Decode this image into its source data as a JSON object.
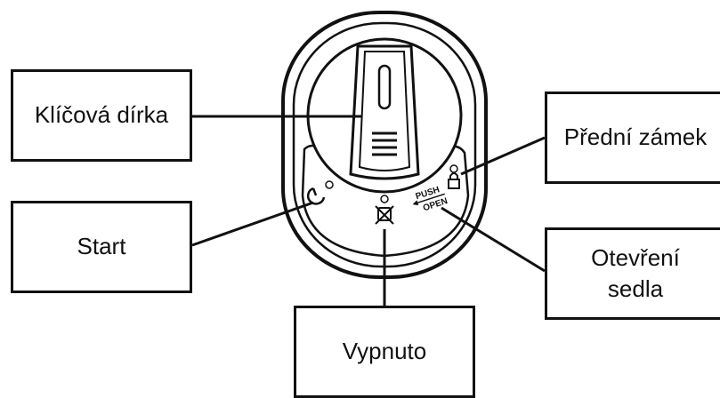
{
  "labels": {
    "keyhole": "Klíčová dírka",
    "start": "Start",
    "off": "Vypnuto",
    "front_lock": "Přední zámek",
    "seat_open_line1": "Otevření",
    "seat_open_line2": "sedla"
  },
  "device_markings": {
    "push": "PUSH",
    "open": "OPEN"
  },
  "icons": {
    "start": "power-arc-icon",
    "off": "crossed-key-icon",
    "lock": "padlock-icon"
  }
}
